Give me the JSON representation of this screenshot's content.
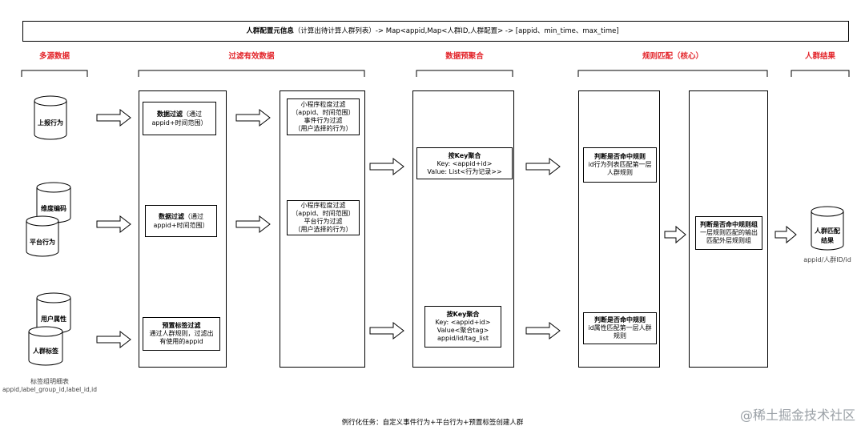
{
  "header": {
    "title_bold": "人群配置元信息",
    "title_rest": "（计算出待计算人群列表）-> Map<appid,Map<人群ID,人群配置> -> [appid、min_time、max_time]"
  },
  "sections": {
    "sources": "多源数据",
    "filter": "过滤有效数据",
    "preagg": "数据预聚合",
    "match": "规则匹配（核心）",
    "result": "人群结果"
  },
  "sources": {
    "report_behavior": "上报行为",
    "dimension_code": "维度编码",
    "platform_behavior": "平台行为",
    "user_attr": "用户属性",
    "crowd_tag": "人群标签",
    "tag_table_line1": "标签组明细表",
    "tag_table_line2": "appid,label_group_id,label_id,id"
  },
  "filter": {
    "box1_bold": "数据过滤",
    "box1_rest": "（通过",
    "box1_line2": "appid+时间范围）",
    "box2_bold": "数据过滤",
    "box2_rest": "（通过",
    "box2_line2": "appid+时间范围）",
    "box3_bold": "预置标签过滤",
    "box3_line2": "通过人群规则，过滤出",
    "box3_line3": "有使用的appid",
    "mini1_line1": "小程序粒度过滤",
    "mini1_line2": "（appid、时间范围）",
    "mini1_line3": "事件行为过滤",
    "mini1_line4": "（用户选择的行为）",
    "mini2_line1": "小程序粒度过滤",
    "mini2_line2": "（appid、时间范围）",
    "mini2_line3": "平台行为过滤",
    "mini2_line4": "（用户选择的行为）"
  },
  "preagg": {
    "agg1_title": "按Key聚合",
    "agg1_line2": "Key: <appid+id>",
    "agg1_line3": "Value: List<行为记录>>",
    "agg2_title": "按Key聚合",
    "agg2_line2": "Key: <appid+id>",
    "agg2_line3": "Value<聚合tag>",
    "agg2_line4": "appid/id/tag_list"
  },
  "match": {
    "rule1_title": "判断是否命中规则",
    "rule1_line2": "id行为列表匹配第一层",
    "rule1_line3": "人群规则",
    "rule2_title": "判断是否命中规则",
    "rule2_line2": "id属性匹配第一层人群",
    "rule2_line3": "规则",
    "group_title": "判断是否命中规则组",
    "group_line2": "一层规则匹配的输出",
    "group_line3": "匹配外层规则组"
  },
  "result": {
    "db_line1": "人群匹配",
    "db_line2": "结果",
    "caption": "appid/人群ID/id"
  },
  "footer": {
    "caption": "例行化任务：自定义事件行为+平台行为+预置标签创建人群",
    "watermark": "@稀土掘金技术社区"
  },
  "colors": {
    "section_title": "#e3262c",
    "line": "#000000",
    "watermark": "#9aa0a6"
  }
}
